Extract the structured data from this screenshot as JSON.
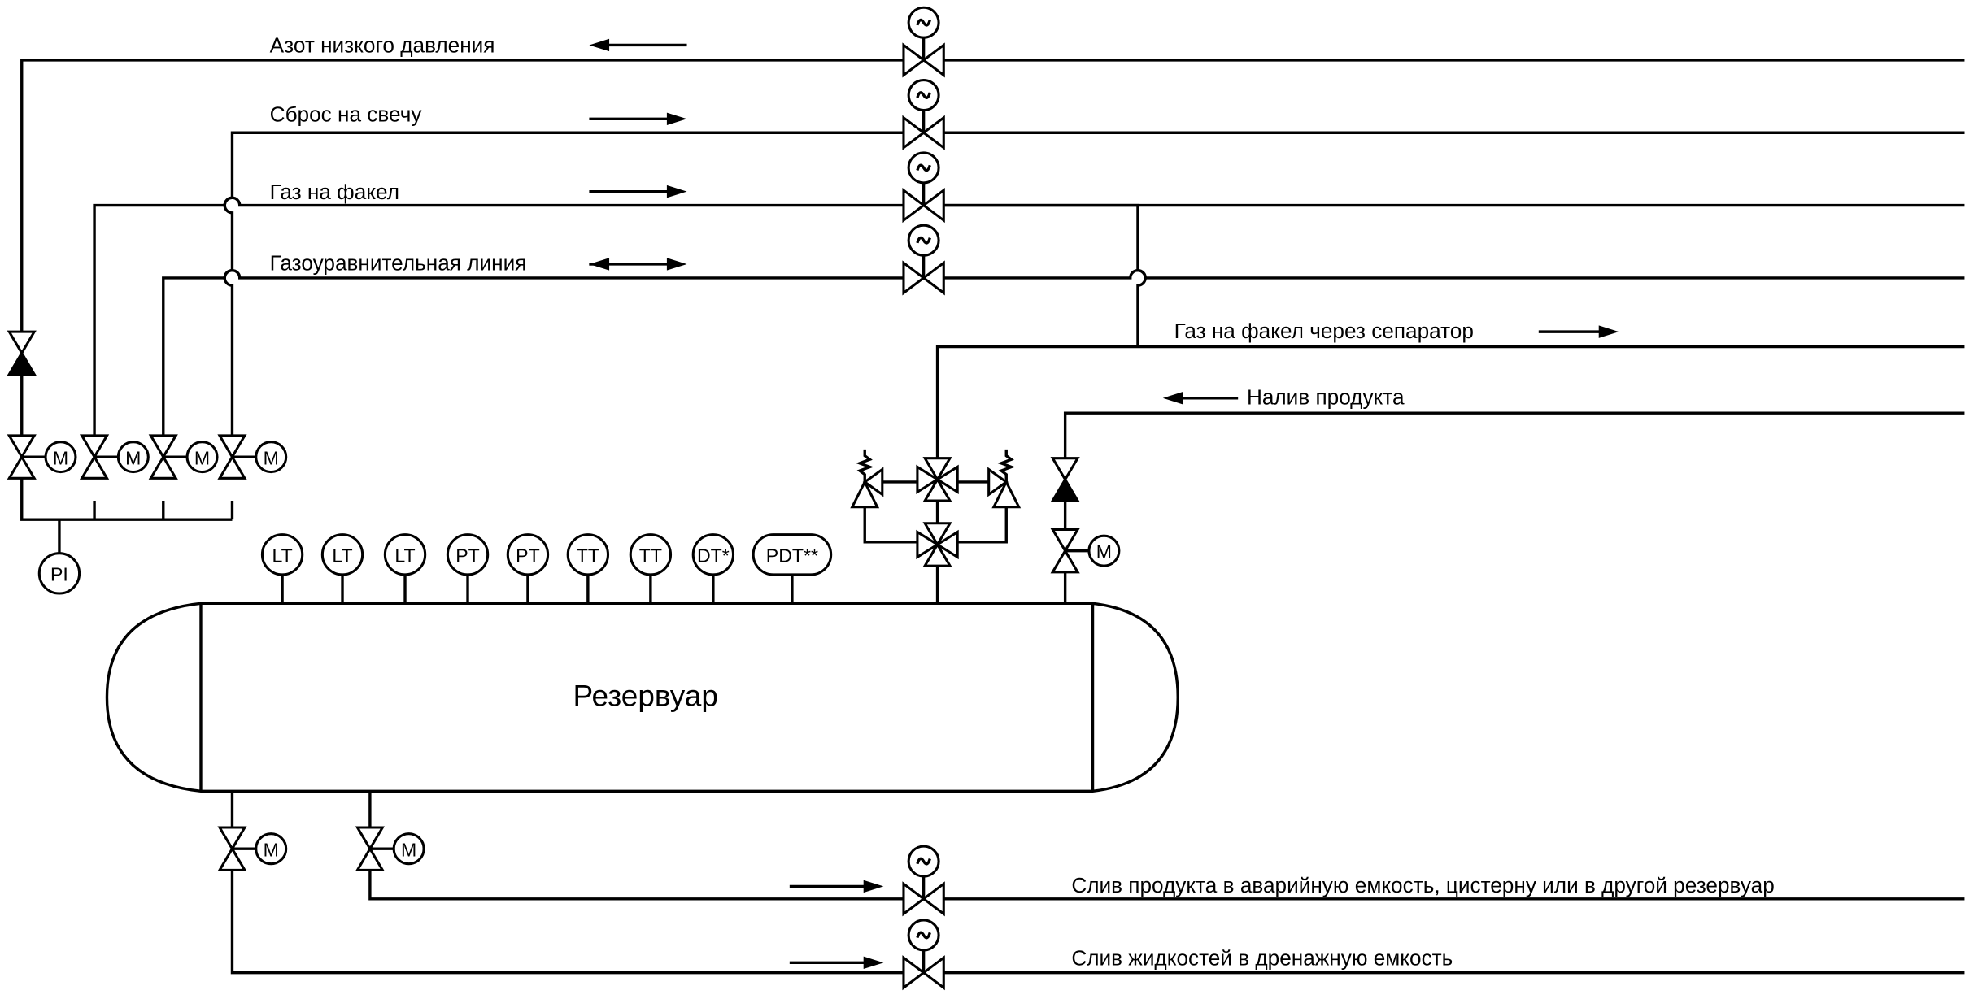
{
  "lines": {
    "nitrogen": "Азот низкого давления",
    "vent": "Сброс на свечу",
    "flare": "Газ на факел",
    "balance": "Газоуравнительная линия",
    "flare_separator": "Газ на факел через сепаратор",
    "filling": "Налив продукта",
    "emergency_drain": "Слив продукта в аварийную емкость, цистерну или в другой резервуар",
    "drain": "Слив жидкостей в дренажную емкость"
  },
  "tank": {
    "label": "Резервуар"
  },
  "instruments": [
    "LT",
    "LT",
    "LT",
    "PT",
    "PT",
    "TT",
    "TT",
    "DT*",
    "PDT**"
  ],
  "pressure_gauge": "PI",
  "actuator_motor": "M",
  "actuator_solenoid": "~"
}
